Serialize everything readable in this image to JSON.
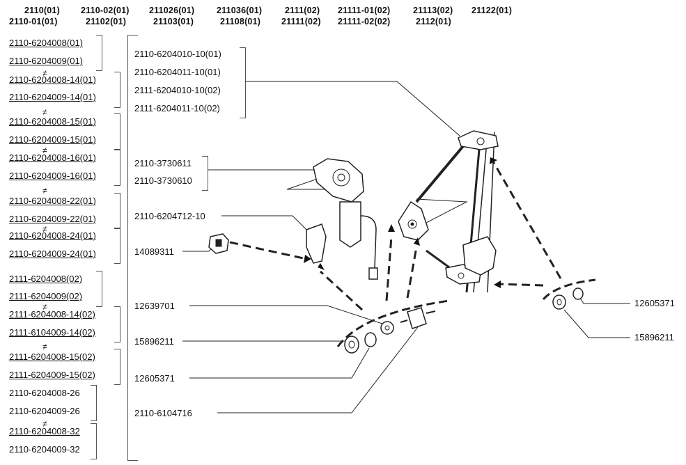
{
  "header": {
    "col1": [
      "2110(01)",
      "2110-01(01)"
    ],
    "col2": [
      "2110-02(01)",
      "21102(01)"
    ],
    "col3": [
      "211026(01)",
      "21103(01)"
    ],
    "col4": [
      "211036(01)",
      "21108(01)"
    ],
    "col5": [
      "2111(02)",
      "21111(02)"
    ],
    "col6": [
      "21111-01(02)",
      "21111-02(02)"
    ],
    "col7": [
      "21113(02)",
      "2112(01)"
    ],
    "col8": [
      "21122(01)"
    ]
  },
  "left_parts": [
    "2110-6204008(01)",
    "2110-6204009(01)",
    "2110-6204008-14(01)",
    "2110-6204009-14(01)",
    "2110-6204008-15(01)",
    "2110-6204009-15(01)",
    "2110-6204008-16(01)",
    "2110-6204009-16(01)",
    "2110-6204008-22(01)",
    "2110-6204009-22(01)",
    "2110-6204008-24(01)",
    "2110-6204009-24(01)",
    "2111-6204008(02)",
    "2111-6204009(02)",
    "2111-6204008-14(02)",
    "2111-6104009-14(02)",
    "2111-6204008-15(02)",
    "2111-6204009-15(02)",
    "2110-6204008-26",
    "2110-6204009-26",
    "2110-6204008-32",
    "2110-6204009-32"
  ],
  "callouts": {
    "regulator": [
      "2110-6204010-10(01)",
      "2110-6204011-10(01)",
      "2111-6204010-10(02)",
      "2111-6204011-10(02)"
    ],
    "motor": [
      "2110-3730611",
      "2110-3730610"
    ],
    "bracket": "2110-6204712-10",
    "clip": "14089311",
    "washer": "12639701",
    "nut": "15896211",
    "spring_washer": "12605371",
    "stud": "2110-6104716",
    "right_washer": "12605371",
    "right_nut": "15896211"
  },
  "change_mark": "≠"
}
